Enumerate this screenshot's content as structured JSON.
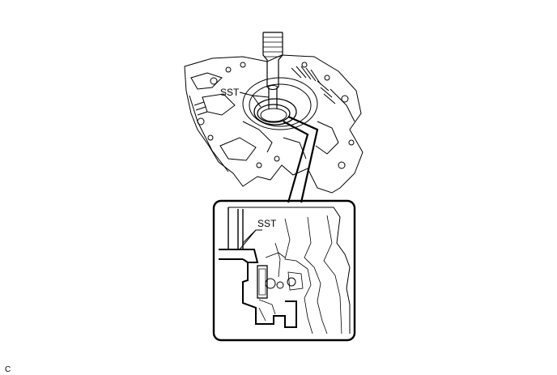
{
  "labels": {
    "sst_top": "SST",
    "sst_detail": "SST",
    "corner_code": "C"
  },
  "colors": {
    "line": "#000000",
    "background": "#ffffff"
  }
}
